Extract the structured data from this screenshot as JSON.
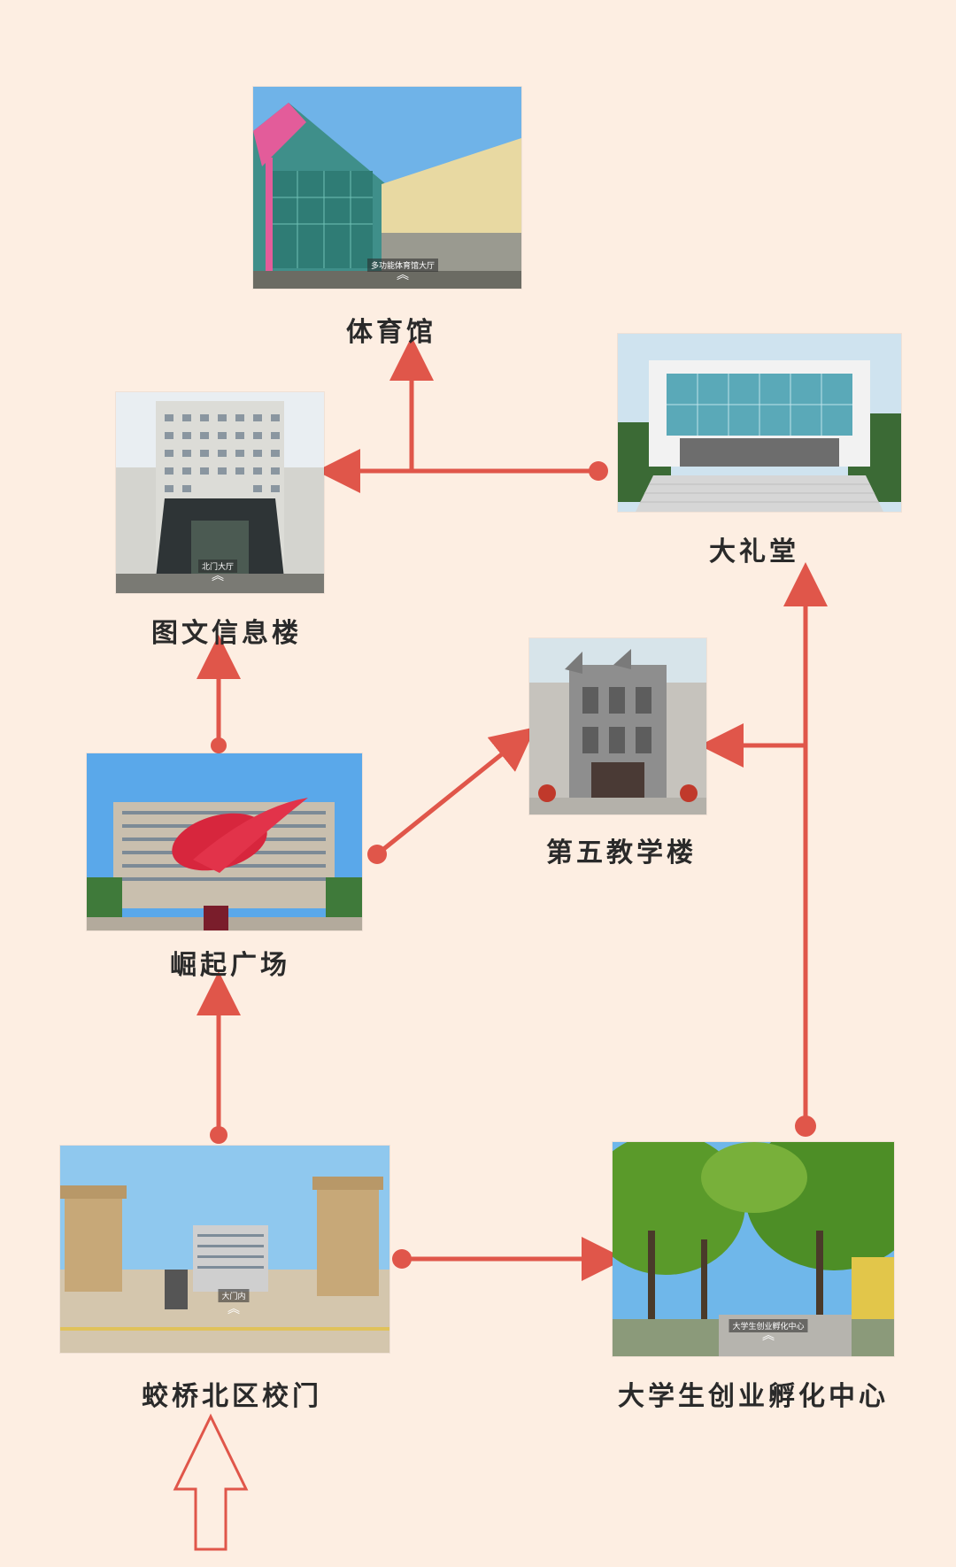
{
  "colors": {
    "background": "#fdeee2",
    "arrow": "#e0564a"
  },
  "nodes": {
    "gym": {
      "label": "体育馆",
      "sign": "多功能体育馆大厅"
    },
    "auditorium": {
      "label": "大礼堂"
    },
    "library": {
      "label": "图文信息楼",
      "sign": "北门大厅"
    },
    "building5": {
      "label": "第五教学楼"
    },
    "plaza": {
      "label": "崛起广场"
    },
    "gate": {
      "label": "蛟桥北区校门",
      "sign": "大门内"
    },
    "incubator": {
      "label": "大学生创业孵化中心",
      "sign": "大学生创业孵化中心"
    }
  }
}
